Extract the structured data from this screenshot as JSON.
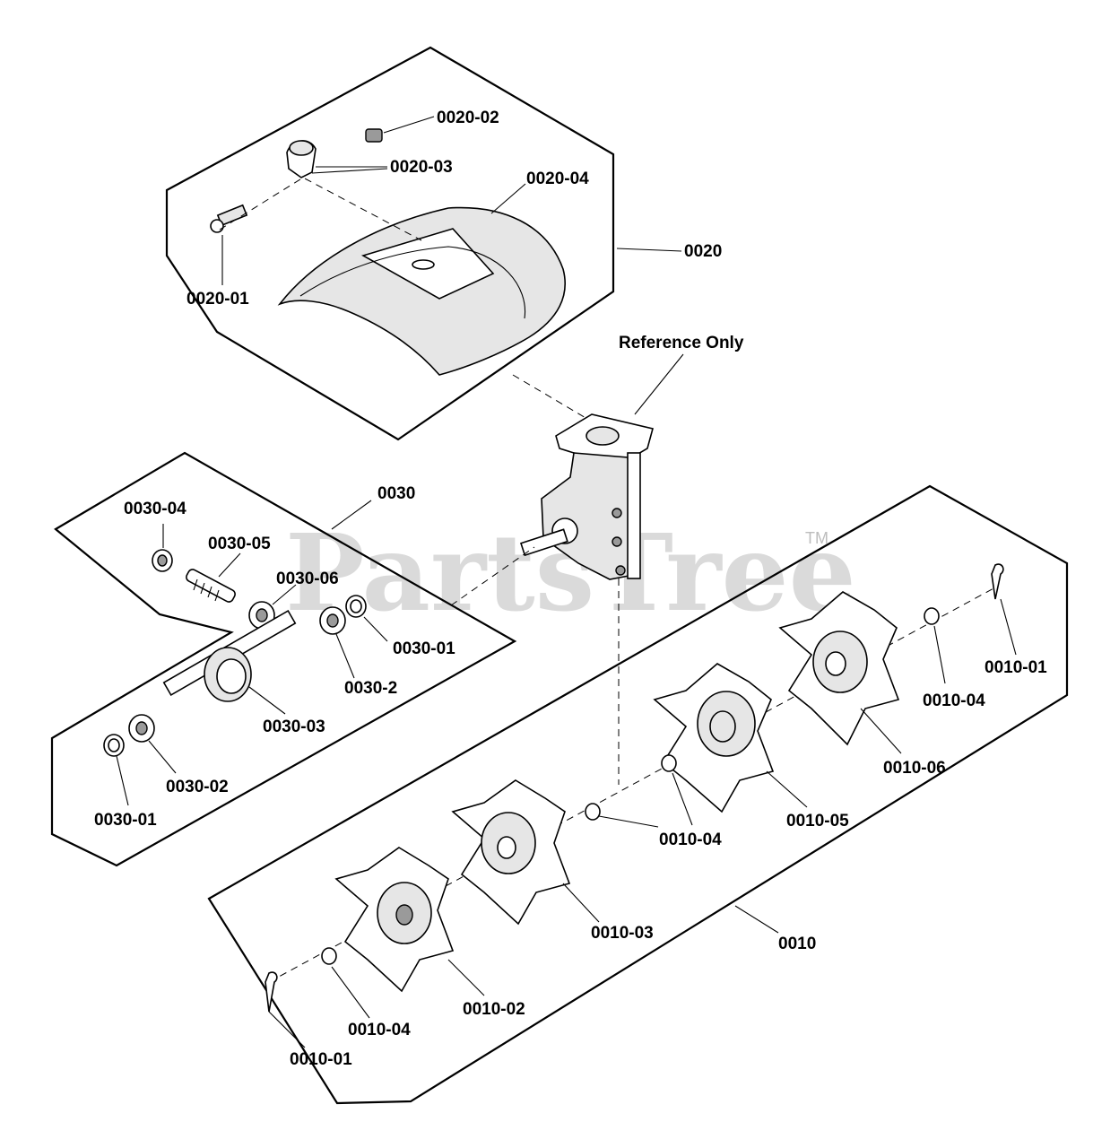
{
  "watermark": {
    "text": "PartsTree",
    "tm": "TM"
  },
  "reference_label": "Reference Only",
  "groups": {
    "g0020": {
      "label": "0020",
      "parts": {
        "p01": "0020-01",
        "p02": "0020-02",
        "p03": "0020-03",
        "p04": "0020-04"
      }
    },
    "g0030": {
      "label": "0030",
      "parts": {
        "p04": "0030-04",
        "p05": "0030-05",
        "p06": "0030-06",
        "p01a": "0030-01",
        "p2": "0030-2",
        "p03": "0030-03",
        "p02": "0030-02",
        "p01b": "0030-01"
      }
    },
    "g0010": {
      "label": "0010",
      "parts": {
        "p01a": "0010-01",
        "p04a": "0010-04",
        "p06": "0010-06",
        "p05": "0010-05",
        "p04b": "0010-04",
        "p03": "0010-03",
        "p02": "0010-02",
        "p04c": "0010-04",
        "p01b": "0010-01"
      }
    }
  }
}
